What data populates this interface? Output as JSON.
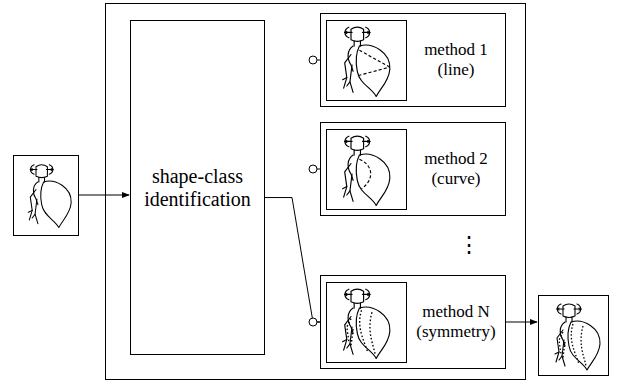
{
  "diagram": {
    "nodes": [
      {
        "text": [
          "shape-class identification"
        ]
      },
      {
        "text": [
          "method 1 (line)"
        ]
      },
      {
        "text": [
          "method 2 (curve)"
        ]
      },
      {
        "text": [
          "method N (symmetry)"
        ]
      }
    ],
    "edges": [
      {
        "from": 0,
        "to": 3,
        "arrow": "none"
      }
    ],
    "labels": [
      "⋮"
    ]
  }
}
